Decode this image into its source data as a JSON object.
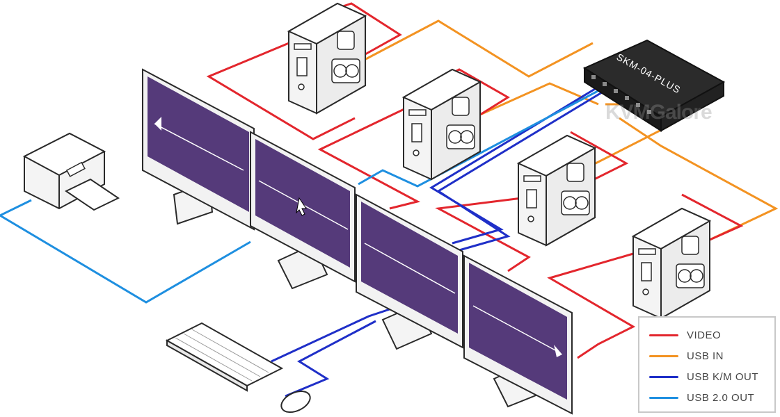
{
  "kvm_switch": {
    "label": "SKM-04-PLUS"
  },
  "watermark": "KVMGalore",
  "legend": {
    "items": [
      {
        "label": "VIDEO",
        "color": "#e3262d"
      },
      {
        "label": "USB IN",
        "color": "#f39322"
      },
      {
        "label": "USB K/M OUT",
        "color": "#1f2fc8"
      },
      {
        "label": "USB 2.0 OUT",
        "color": "#1e8fe0"
      }
    ]
  },
  "colors": {
    "video": "#e3262d",
    "usb_in": "#f39322",
    "usb_km_out": "#1f2fc8",
    "usb_20_out": "#1e8fe0",
    "screen": "#553a7a",
    "outline": "#2a2a2a"
  }
}
